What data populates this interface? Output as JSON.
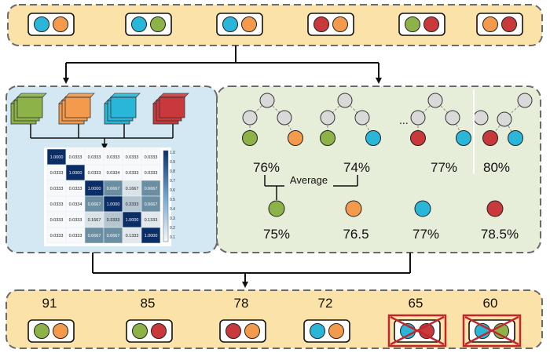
{
  "colors": {
    "blue": "#29b6d8",
    "orange": "#f39a4c",
    "green": "#8cb248",
    "red": "#c9383a",
    "panel_orange": "#fbe2a9",
    "panel_blue": "#d3e8f2",
    "panel_green": "#e6edd9",
    "node_gray": "#d9d9d9",
    "cross_red": "#c0272d"
  },
  "top_pairs": [
    [
      "blue",
      "orange"
    ],
    [
      "blue",
      "green"
    ],
    [
      "blue",
      "orange"
    ],
    [
      "red",
      "orange"
    ],
    [
      "green",
      "red"
    ],
    [
      "orange",
      "red"
    ]
  ],
  "model_stacks": [
    "green",
    "orange",
    "blue",
    "red"
  ],
  "heatmap": {
    "matrix": [
      [
        "1.0000",
        "0.0333",
        "0.0333",
        "0.0333",
        "0.0333",
        "0.0333"
      ],
      [
        "0.0333",
        "1.0000",
        "0.0333",
        "0.0334",
        "0.0333",
        "0.0333"
      ],
      [
        "0.0333",
        "0.0333",
        "1.0000",
        "0.6667",
        "0.1667",
        "0.6667"
      ],
      [
        "0.0333",
        "0.0334",
        "0.6667",
        "1.0000",
        "0.3333",
        "0.6667"
      ],
      [
        "0.0333",
        "0.0333",
        "0.1667",
        "0.3333",
        "1.0000",
        "0.1333"
      ],
      [
        "0.0333",
        "0.0333",
        "0.6667",
        "0.6667",
        "0.1333",
        "1.0000"
      ]
    ],
    "colorbar_ticks": [
      "1.0",
      "0.9",
      "0.8",
      "0.7",
      "0.6",
      "0.5",
      "0.4",
      "0.3",
      "0.2",
      "0.1"
    ]
  },
  "trees": {
    "ellipsis": "...",
    "leaves": [
      [
        "green",
        "orange"
      ],
      [
        "green",
        "blue"
      ],
      [
        "red",
        "blue"
      ],
      [
        "red",
        "blue"
      ]
    ],
    "accuracies": [
      "76%",
      "74%",
      "77%",
      "80%"
    ]
  },
  "average_label": "Average",
  "model_averages": [
    {
      "color": "green",
      "value": "75%"
    },
    {
      "color": "orange",
      "value": "76.5"
    },
    {
      "color": "blue",
      "value": "77%"
    },
    {
      "color": "red",
      "value": "78.5%"
    }
  ],
  "bottom_pairs": [
    {
      "score": "91",
      "pair": [
        "green",
        "orange"
      ],
      "eliminated": false
    },
    {
      "score": "85",
      "pair": [
        "green",
        "red"
      ],
      "eliminated": false
    },
    {
      "score": "78",
      "pair": [
        "red",
        "orange"
      ],
      "eliminated": false
    },
    {
      "score": "72",
      "pair": [
        "blue",
        "orange"
      ],
      "eliminated": false
    },
    {
      "score": "65",
      "pair": [
        "blue",
        "red"
      ],
      "eliminated": true
    },
    {
      "score": "60",
      "pair": [
        "blue",
        "green"
      ],
      "eliminated": true
    }
  ]
}
